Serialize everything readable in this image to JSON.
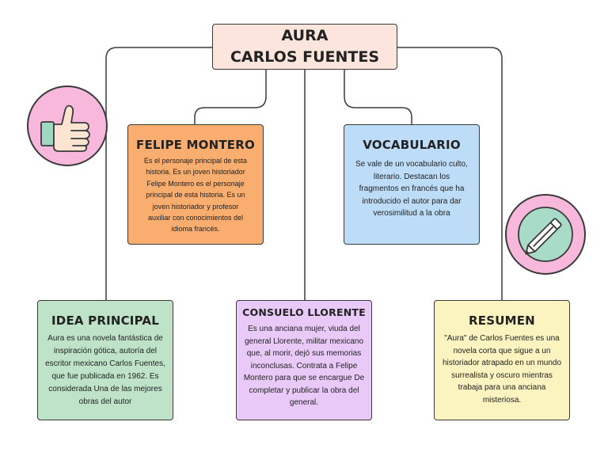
{
  "title": {
    "line1": "AURA",
    "line2": "CARLOS FUENTES"
  },
  "nodes": {
    "felipe": {
      "heading": "FELIPE MONTERO",
      "text": "Es el personaje principal de esta historia. Es un joven historiador Felipe Montero es el personaje principal de esta historia. Es un joven historiador y profesor auxiliar con conocimientos del idioma francés."
    },
    "vocabulario": {
      "heading": "VOCABULARIO",
      "text": "Se vale de un vocabulario culto, literario. Destacan los fragmentos en francés que ha introducido el autor para dar verosimilitud a la obra"
    },
    "idea": {
      "heading": "IDEA PRINCIPAL",
      "text": "Aura es una novela fantástica de inspiración gótica, autoría del escritor mexicano Carlos Fuentes, que fue publicada en 1962. Es considerada Una de las mejores obras del autor"
    },
    "consuelo": {
      "heading": "CONSUELO LLORENTE",
      "text": "Es una anciana mujer, viuda del general Llorente, militar mexicano que, al morir, dejó sus memorias inconclusas. Contrata a Felipe Montero para que se encargue De completar y publicar la obra del general."
    },
    "resumen": {
      "heading": "RESUMEN",
      "text": "\"Aura\" de Carlos Fuentes es una novela corta que sigue a un historiador atrapado en un mundo surrealista y oscuro mientras trabaja para una anciana misteriosa."
    }
  },
  "icons": [
    "thumbs-up-icon",
    "pencil-icon"
  ],
  "colors": {
    "title_bg": "#fbe5dd",
    "felipe_bg": "#f9ad6e",
    "vocab_bg": "#bcdcf7",
    "idea_bg": "#bfe3c9",
    "consuelo_bg": "#e9c9f8",
    "resumen_bg": "#fbf4c0",
    "icon_circle_bg": "#f7b8dc",
    "pencil_circle_bg": "#a8dcc8"
  }
}
